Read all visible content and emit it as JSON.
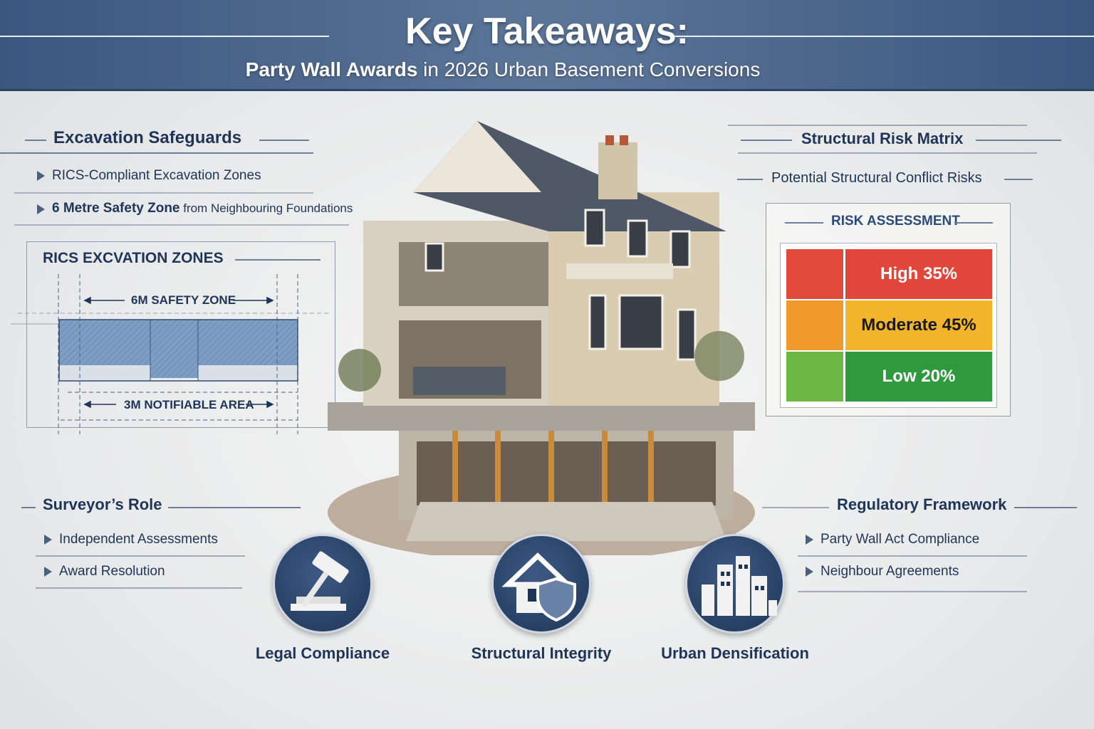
{
  "header": {
    "title": "Key Takeaways:",
    "subtitle_bold": "Party Wall Awards",
    "subtitle_rest": " in 2026 Urban Basement Conversions"
  },
  "excavation": {
    "heading": "Excavation Safeguards",
    "items": [
      "RICS-Compliant Excavation Zones",
      {
        "bold": "6 Metre Safety Zone",
        "rest": " from Neighbouring Foundations"
      }
    ]
  },
  "rics_diagram": {
    "heading": "RICS EXCVATION ZONES",
    "safety_zone": "6M SAFETY ZONE",
    "notifiable_area": "3M NOTIFIABLE AREA"
  },
  "risk": {
    "heading": "Structural Risk Matrix",
    "subheading": "Potential Structural Conflict Risks",
    "box_title": "RISK ASSESSMENT",
    "rows": [
      {
        "label": "High 35%",
        "level": "High",
        "percent": 35,
        "color": "#e0473a",
        "swatch": "#e24a3b",
        "text_color": "#ffffff"
      },
      {
        "label": "Moderate 45%",
        "level": "Moderate",
        "percent": 45,
        "color": "#f3b52b",
        "swatch": "#f19a2c",
        "text_color": "#1a1a1a"
      },
      {
        "label": "Low 20%",
        "level": "Low",
        "percent": 20,
        "color": "#2e9a3d",
        "swatch": "#6cb843",
        "text_color": "#ffffff"
      }
    ]
  },
  "surveyor": {
    "heading": "Surveyor’s Role",
    "items": [
      "Independent Assessments",
      "Award Resolution"
    ]
  },
  "regulatory": {
    "heading": "Regulatory Framework",
    "items": [
      "Party Wall Act Compliance",
      "Neighbour Agreements"
    ]
  },
  "pillars": [
    {
      "label": "Legal Compliance",
      "icon": "gavel-icon"
    },
    {
      "label": "Structural Integrity",
      "icon": "house-shield-icon"
    },
    {
      "label": "Urban Densification",
      "icon": "city-buildings-icon"
    }
  ],
  "colors": {
    "navy": "#1e3557",
    "header": "#4a6589"
  }
}
